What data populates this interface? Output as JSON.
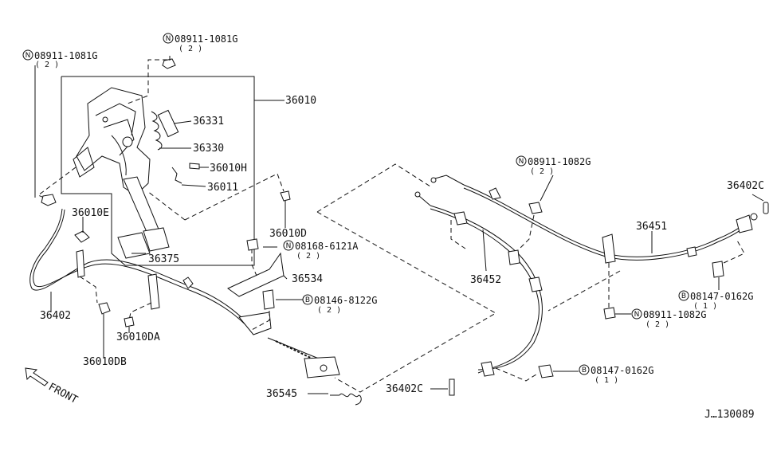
{
  "diagram": {
    "drawing_number": "J…130089",
    "front_label": "FRONT",
    "callouts": [
      {
        "id": "c1",
        "prefix": "N",
        "code": "08911-1081G",
        "qty": "( 2 )"
      },
      {
        "id": "c2",
        "prefix": "N",
        "code": "08911-1081G",
        "qty": "( 2 )"
      },
      {
        "id": "c3",
        "prefix": "",
        "code": "36010",
        "qty": ""
      },
      {
        "id": "c4",
        "prefix": "",
        "code": "36331",
        "qty": ""
      },
      {
        "id": "c5",
        "prefix": "",
        "code": "36330",
        "qty": ""
      },
      {
        "id": "c6",
        "prefix": "",
        "code": "36010H",
        "qty": ""
      },
      {
        "id": "c7",
        "prefix": "",
        "code": "36011",
        "qty": ""
      },
      {
        "id": "c8",
        "prefix": "",
        "code": "36010E",
        "qty": ""
      },
      {
        "id": "c9",
        "prefix": "",
        "code": "36010D",
        "qty": ""
      },
      {
        "id": "c10",
        "prefix": "",
        "code": "36375",
        "qty": ""
      },
      {
        "id": "c11",
        "prefix": "N",
        "code": "08168-6121A",
        "qty": "( 2 )"
      },
      {
        "id": "c12",
        "prefix": "",
        "code": "36534",
        "qty": ""
      },
      {
        "id": "c13",
        "prefix": "B",
        "code": "08146-8122G",
        "qty": "( 2 )"
      },
      {
        "id": "c14",
        "prefix": "",
        "code": "36402",
        "qty": ""
      },
      {
        "id": "c15",
        "prefix": "",
        "code": "36010DA",
        "qty": ""
      },
      {
        "id": "c16",
        "prefix": "",
        "code": "36010DB",
        "qty": ""
      },
      {
        "id": "c17",
        "prefix": "",
        "code": "36545",
        "qty": ""
      },
      {
        "id": "c18",
        "prefix": "N",
        "code": "08911-1082G",
        "qty": "( 2 )"
      },
      {
        "id": "c19",
        "prefix": "",
        "code": "36402C",
        "qty": ""
      },
      {
        "id": "c20",
        "prefix": "",
        "code": "36451",
        "qty": ""
      },
      {
        "id": "c21",
        "prefix": "",
        "code": "36452",
        "qty": ""
      },
      {
        "id": "c22",
        "prefix": "B",
        "code": "08147-0162G",
        "qty": "( 1 )"
      },
      {
        "id": "c23",
        "prefix": "N",
        "code": "08911-1082G",
        "qty": "( 2 )"
      },
      {
        "id": "c24",
        "prefix": "",
        "code": "36402C",
        "qty": ""
      },
      {
        "id": "c25",
        "prefix": "B",
        "code": "08147-0162G",
        "qty": "( 1 )"
      }
    ]
  }
}
